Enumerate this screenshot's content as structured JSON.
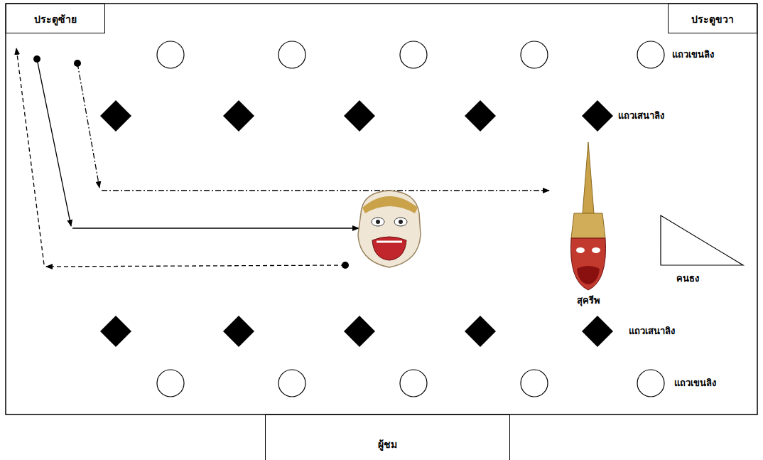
{
  "diagram": {
    "nodes": [
      {
        "text": [
          "ประตูซ้าย"
        ]
      },
      {
        "text": [
          "ประตูขวา"
        ]
      },
      {
        "text": [
          "ผู้ชม"
        ]
      }
    ],
    "labels": [
      "แถวเขนลิง",
      "แถวเสนาลิง",
      "สุครีพ",
      "คนธง",
      "แถวเสนาลิง",
      "แถวเขนลิง"
    ]
  }
}
